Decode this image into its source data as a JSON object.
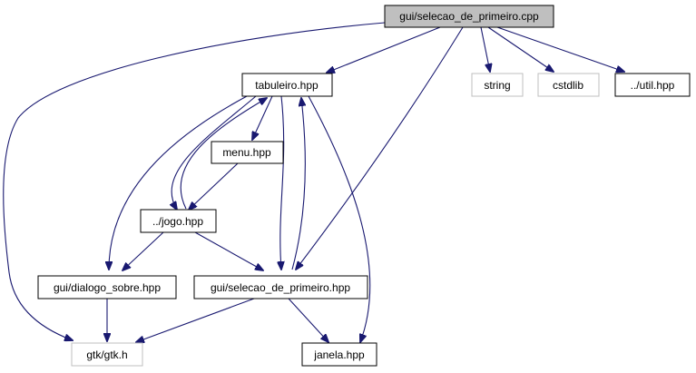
{
  "colors": {
    "edge": "#191970",
    "box_border": "#000000",
    "box_border_external": "#bfbfbf",
    "root_fill": "#bfbfbf",
    "box_fill": "#ffffff"
  },
  "nodes": {
    "root": {
      "label": "gui/selecao_de_primeiro.cpp",
      "kind": "root"
    },
    "tabuleiro": {
      "label": "tabuleiro.hpp",
      "kind": "local"
    },
    "string": {
      "label": "string",
      "kind": "external"
    },
    "cstdlib": {
      "label": "cstdlib",
      "kind": "external"
    },
    "util": {
      "label": "../util.hpp",
      "kind": "local"
    },
    "menu": {
      "label": "menu.hpp",
      "kind": "local"
    },
    "jogo": {
      "label": "../jogo.hpp",
      "kind": "local"
    },
    "dialogo": {
      "label": "gui/dialogo_sobre.hpp",
      "kind": "local"
    },
    "selecao": {
      "label": "gui/selecao_de_primeiro.hpp",
      "kind": "local"
    },
    "gtk": {
      "label": "gtk/gtk.h",
      "kind": "external"
    },
    "janela": {
      "label": "janela.hpp",
      "kind": "local"
    }
  },
  "edges": [
    {
      "from": "root",
      "to": "tabuleiro"
    },
    {
      "from": "root",
      "to": "string"
    },
    {
      "from": "root",
      "to": "cstdlib"
    },
    {
      "from": "root",
      "to": "util"
    },
    {
      "from": "root",
      "to": "selecao"
    },
    {
      "from": "root",
      "to": "gtk"
    },
    {
      "from": "tabuleiro",
      "to": "menu"
    },
    {
      "from": "tabuleiro",
      "to": "jogo"
    },
    {
      "from": "tabuleiro",
      "to": "dialogo"
    },
    {
      "from": "tabuleiro",
      "to": "selecao"
    },
    {
      "from": "tabuleiro",
      "to": "janela"
    },
    {
      "from": "menu",
      "to": "jogo"
    },
    {
      "from": "jogo",
      "to": "tabuleiro"
    },
    {
      "from": "jogo",
      "to": "dialogo"
    },
    {
      "from": "jogo",
      "to": "selecao"
    },
    {
      "from": "dialogo",
      "to": "gtk"
    },
    {
      "from": "selecao",
      "to": "tabuleiro"
    },
    {
      "from": "selecao",
      "to": "gtk"
    },
    {
      "from": "selecao",
      "to": "janela"
    }
  ]
}
